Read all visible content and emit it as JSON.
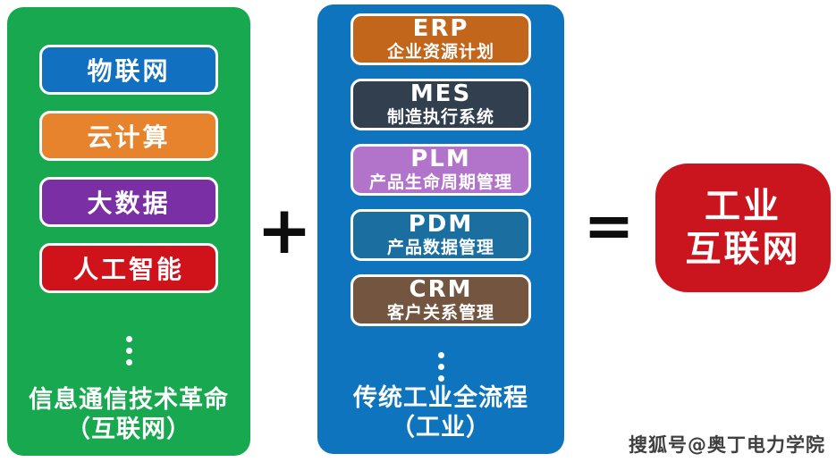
{
  "left_panel": {
    "background": "#17a850",
    "items": [
      {
        "label": "物联网",
        "color": "#1170bf"
      },
      {
        "label": "云计算",
        "color": "#e8832d"
      },
      {
        "label": "大数据",
        "color": "#7a2fa5"
      },
      {
        "label": "人工智能",
        "color": "#d0121a"
      }
    ],
    "caption_line1": "信息通信技术革命",
    "caption_line2": "（互联网）"
  },
  "operators": {
    "plus": "+",
    "equals": "="
  },
  "middle_panel": {
    "background": "#0e74bd",
    "items": [
      {
        "acronym": "ERP",
        "label": "企业资源计划",
        "color": "#c2661c"
      },
      {
        "acronym": "MES",
        "label": "制造执行系统",
        "color": "#323f4f"
      },
      {
        "acronym": "PLM",
        "label": "产品生命周期管理",
        "color": "#b274cb"
      },
      {
        "acronym": "PDM",
        "label": "产品数据管理",
        "color": "#1a6fa0"
      },
      {
        "acronym": "CRM",
        "label": "客户关系管理",
        "color": "#745640"
      }
    ],
    "caption_line1": "传统工业全流程",
    "caption_line2": "（工业）"
  },
  "result": {
    "background": "#cb151e",
    "line1": "工业",
    "line2": "互联网"
  },
  "watermark": {
    "text": "搜狐号@奥丁电力学院",
    "color": "#3f3f3f"
  }
}
